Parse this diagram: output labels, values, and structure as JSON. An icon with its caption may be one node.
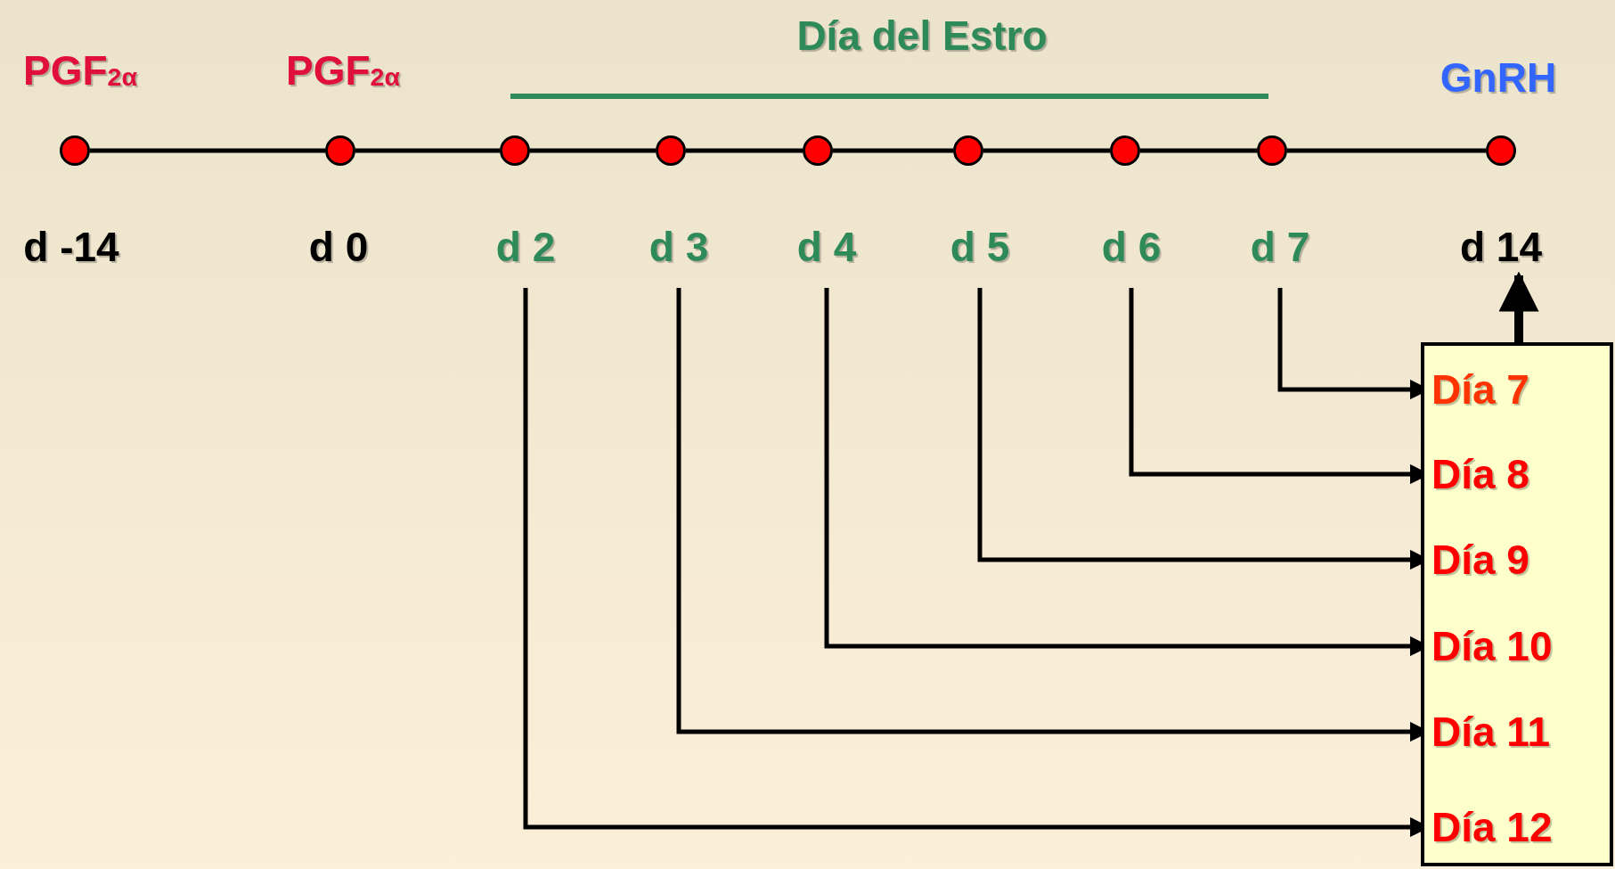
{
  "diagram": {
    "nodes": [
      {
        "text": [],
        "shape": "circle"
      },
      {
        "text": [],
        "shape": "circle"
      },
      {
        "text": [],
        "shape": "circle"
      },
      {
        "text": [],
        "shape": "circle"
      },
      {
        "text": [],
        "shape": "circle"
      },
      {
        "text": [],
        "shape": "circle"
      },
      {
        "text": [],
        "shape": "circle"
      },
      {
        "text": [],
        "shape": "circle"
      },
      {
        "text": [],
        "shape": "circle"
      },
      {
        "text": [
          "d -14"
        ]
      },
      {
        "text": [
          "d 0"
        ]
      },
      {
        "text": [
          "d 2"
        ]
      },
      {
        "text": [
          "d 3"
        ]
      },
      {
        "text": [
          "d 4"
        ]
      },
      {
        "text": [
          "d 5"
        ]
      },
      {
        "text": [
          "d 6"
        ]
      },
      {
        "text": [
          "d 7"
        ]
      },
      {
        "text": [
          "d 14"
        ]
      },
      {
        "text": [],
        "shape": "box"
      },
      {
        "text": [
          "Día 7"
        ],
        "in": 18
      },
      {
        "text": [
          "Día 8"
        ],
        "in": 18
      },
      {
        "text": [
          "Día 9"
        ],
        "in": 18
      },
      {
        "text": [
          "Día 10"
        ],
        "in": 18
      },
      {
        "text": [
          "Día 11"
        ],
        "in": 18
      },
      {
        "text": [
          "Día 12"
        ],
        "in": 18
      }
    ],
    "edges": [
      {
        "from": 0,
        "to": 1,
        "arrow": "none"
      },
      {
        "from": 1,
        "to": 2,
        "arrow": "none"
      },
      {
        "from": 2,
        "to": 3,
        "arrow": "none"
      },
      {
        "from": 3,
        "to": 4,
        "arrow": "none"
      },
      {
        "from": 4,
        "to": 5,
        "arrow": "none"
      },
      {
        "from": 5,
        "to": 6,
        "arrow": "none"
      },
      {
        "from": 6,
        "to": 7,
        "arrow": "none"
      },
      {
        "from": 7,
        "to": 8,
        "arrow": "none"
      },
      {
        "from": 16,
        "to": 19,
        "arrow": "to"
      },
      {
        "from": 15,
        "to": 20,
        "arrow": "to"
      },
      {
        "from": 14,
        "to": 21,
        "arrow": "to"
      },
      {
        "from": 13,
        "to": 22,
        "arrow": "to"
      },
      {
        "from": 12,
        "to": 23,
        "arrow": "to"
      },
      {
        "from": 11,
        "to": 24,
        "arrow": "to"
      },
      {
        "from": 18,
        "to": 17,
        "arrow": "to",
        "style": "thick"
      }
    ],
    "labels": [
      "Día del Estro",
      "PGF$_{2α}$",
      "PGF$_{2α}$",
      "GnRH"
    ]
  }
}
